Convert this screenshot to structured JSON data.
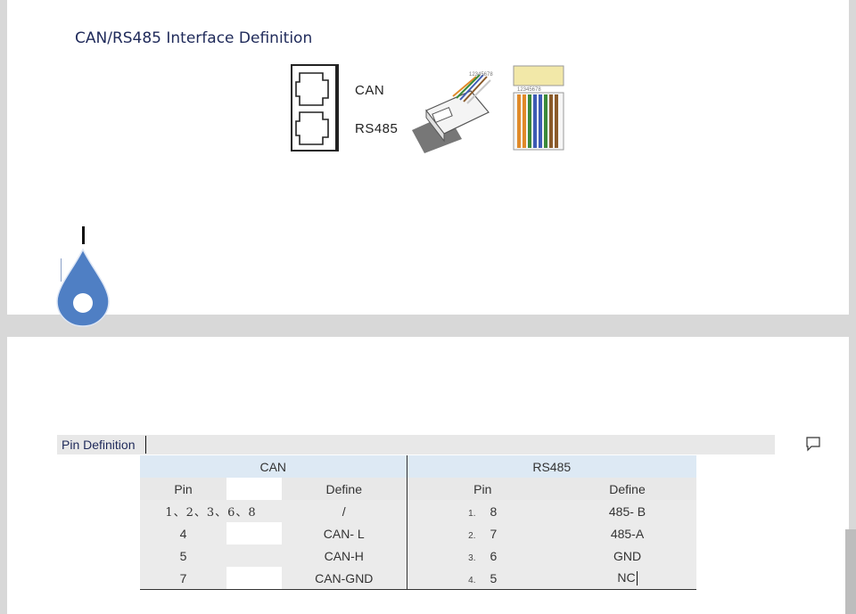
{
  "page1": {
    "heading": "CAN/RS485 Interface Definition",
    "diagram": {
      "port_labels": [
        "CAN",
        "RS485"
      ],
      "cable_pin_numbers": "12345678",
      "wire_pin_numbers": "12345678"
    }
  },
  "page2": {
    "pin_title": "Pin Definition",
    "table": {
      "groups": [
        "CAN",
        "RS485"
      ],
      "subheaders": [
        "Pin",
        "Define",
        "Pin",
        "Define"
      ],
      "rows": [
        {
          "can_pin": "1、2、3、6、8",
          "can_define": "/",
          "rs_index": "1.",
          "rs_pin": "8",
          "rs_define": "485- B"
        },
        {
          "can_pin": "4",
          "can_define": "CAN- L",
          "rs_index": "2.",
          "rs_pin": "7",
          "rs_define": "485-A"
        },
        {
          "can_pin": "5",
          "can_define": "CAN-H",
          "rs_index": "3.",
          "rs_pin": "6",
          "rs_define": "GND"
        },
        {
          "can_pin": "7",
          "can_define": "CAN-GND",
          "rs_index": "4.",
          "rs_pin": "5",
          "rs_define": "NC"
        }
      ]
    }
  },
  "colors": {
    "heading": "#1f2a5a",
    "group_header": "#dde9f4",
    "cell_band": "#e8e8e8",
    "marker": "#4f7fc4"
  }
}
